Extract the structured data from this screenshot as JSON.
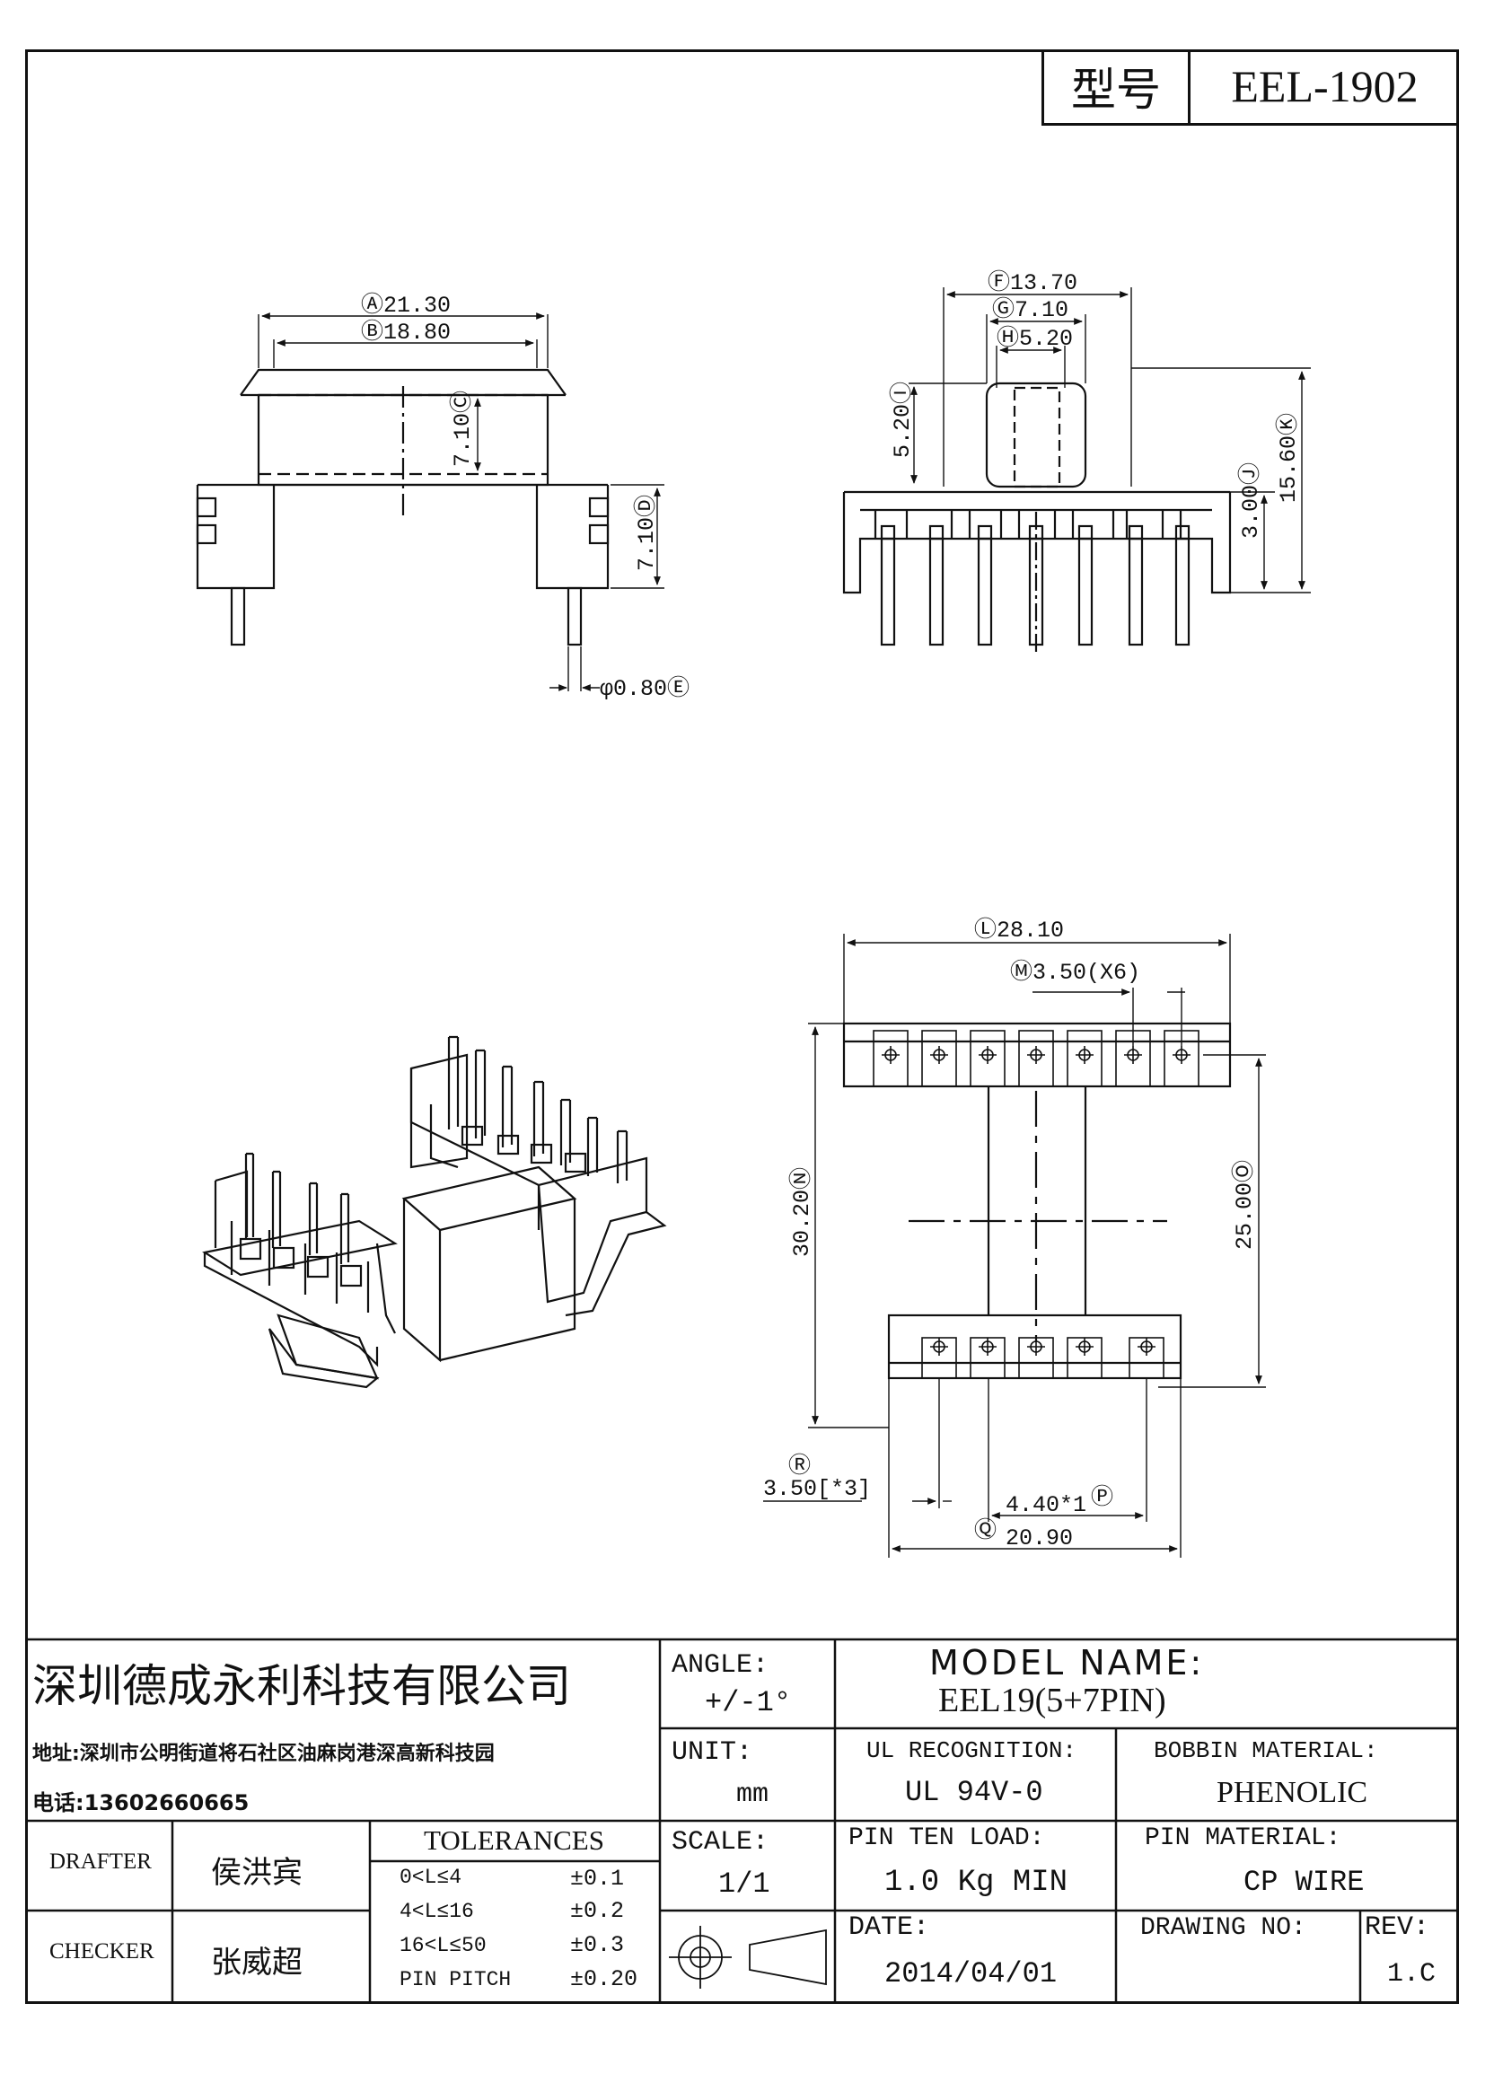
{
  "header": {
    "model_label": "型号",
    "model_value": "EEL-1902"
  },
  "dimensions": {
    "A": "Ⓐ21.30",
    "B": "Ⓑ18.80",
    "C": "7.10Ⓒ",
    "D": "7.10Ⓓ",
    "E": "φ0.80Ⓔ",
    "F": "Ⓕ13.70",
    "G": "Ⓖ7.10",
    "H": "Ⓗ5.20",
    "I": "5.20Ⓘ",
    "J": "3.00Ⓙ",
    "K": "15.60Ⓚ",
    "L": "Ⓛ28.10",
    "M": "Ⓜ3.50(X6)",
    "N": "30.20Ⓝ",
    "O": "25.00Ⓞ",
    "P_value": "4.40*1",
    "P_mark": "Ⓟ",
    "Q_mark": "Ⓠ",
    "Q_value": "20.90",
    "R_mark": "Ⓡ",
    "R_value": "3.50[*3]"
  },
  "title_block": {
    "company": "深圳德成永利科技有限公司",
    "address": "地址:深圳市公明街道将石社区油麻岗港深高新科技园",
    "phone": "电话:13602660665",
    "angle_label": "ANGLE:",
    "angle_value": "+/-1°",
    "model_name_label": "MODEL NAME:",
    "model_name_value": "EEL19(5+7PIN)",
    "unit_label": "UNIT:",
    "unit_value": "mm",
    "ul_label": "UL RECOGNITION:",
    "ul_value": "UL 94V-0",
    "bobbin_label": "BOBBIN MATERIAL:",
    "bobbin_value": "PHENOLIC",
    "drafter_label": "DRAFTER",
    "drafter_value": "侯洪宾",
    "checker_label": "CHECKER",
    "checker_value": "张威超",
    "tolerances_label": "TOLERANCES",
    "tolerances": [
      {
        "range": "0<L≤4",
        "value": "±0.1"
      },
      {
        "range": "4<L≤16",
        "value": "±0.2"
      },
      {
        "range": "16<L≤50",
        "value": "±0.3"
      },
      {
        "range": "PIN PITCH",
        "value": "±0.20"
      }
    ],
    "scale_label": "SCALE:",
    "scale_value": "1/1",
    "pin_load_label": "PIN TEN LOAD:",
    "pin_load_value": "1.0 Kg MIN",
    "pin_material_label": "PIN MATERIAL:",
    "pin_material_value": "CP WIRE",
    "date_label": "DATE:",
    "date_value": "2014/04/01",
    "drawing_no_label": "DRAWING NO:",
    "rev_label": "REV:",
    "rev_value": "1.C"
  }
}
